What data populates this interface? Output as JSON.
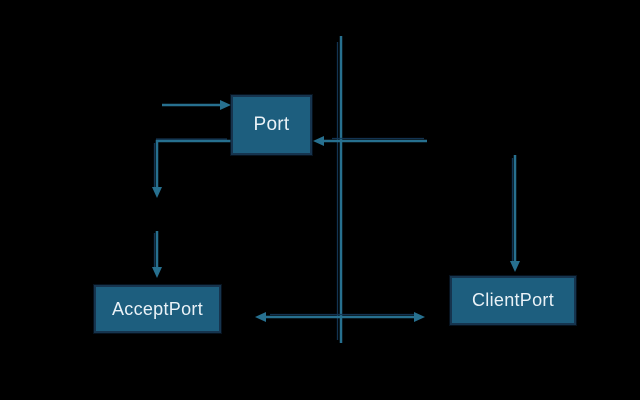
{
  "diagram": {
    "background_color": "#000000",
    "node_fill": "#1d5e7e",
    "node_border": "#16344e",
    "node_text_color": "#eaf2f7",
    "connector_color": "#27708f",
    "nodes": [
      {
        "id": "port",
        "label": "Port"
      },
      {
        "id": "accept-port",
        "label": "AcceptPort"
      },
      {
        "id": "client-port",
        "label": "ClientPort"
      }
    ],
    "connectors": [
      {
        "id": "lifeline",
        "type": "line",
        "orientation": "vertical",
        "description": "center vertical lifeline spanning most of the diagram height"
      },
      {
        "id": "arrow-into-port-left",
        "type": "arrow",
        "to": "Port",
        "enters": "left side"
      },
      {
        "id": "arrow-into-port-right",
        "type": "arrow",
        "to": "Port",
        "enters": "right side",
        "crosses": "lifeline"
      },
      {
        "id": "arrow-port-elbow-down",
        "type": "arrow",
        "from": "Port",
        "shape": "elbow left then down",
        "direction": "down"
      },
      {
        "id": "arrow-down-into-acceptport",
        "type": "arrow",
        "to": "AcceptPort",
        "enters": "top",
        "direction": "down"
      },
      {
        "id": "arrow-down-into-clientport",
        "type": "arrow",
        "to": "ClientPort",
        "enters": "top",
        "direction": "down"
      },
      {
        "id": "arrow-between-acceptport-clientport",
        "type": "double-arrow",
        "between": [
          "AcceptPort",
          "ClientPort"
        ],
        "crosses": "lifeline"
      }
    ]
  }
}
